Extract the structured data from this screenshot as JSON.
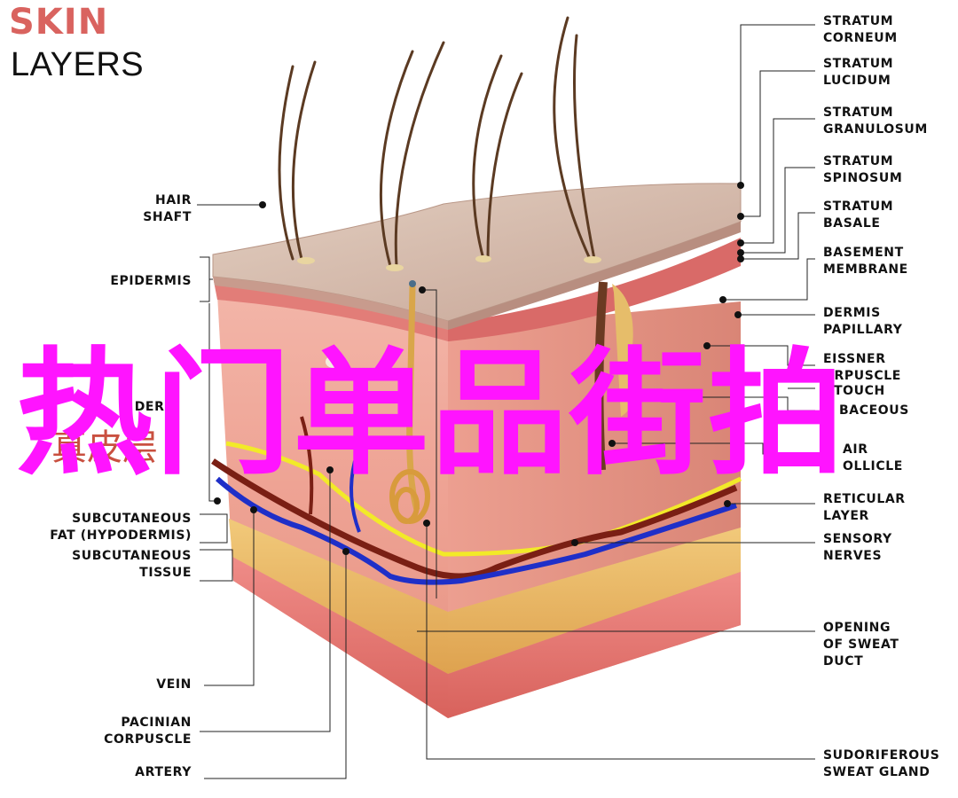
{
  "title": {
    "line1": "SKIN",
    "line2": "LAYERS"
  },
  "colors": {
    "title_red": "#d9635f",
    "overlay_magenta": "#ff14ff"
  },
  "overlay_text": "热门单品街拍",
  "overlay_sub": "真皮层",
  "labels_left": {
    "hair_shaft": "HAIR\nSHAFT",
    "epidermis": "EPIDERMIS",
    "dermis_partial": "DERM",
    "subcutaneous_fat": "SUBCUTANEOUS\nFAT (HYPODERMIS)",
    "subcutaneous_tissue": "SUBCUTANEOUS\nTISSUE",
    "vein": "VEIN",
    "pacinian_corpuscle": "PACINIAN\nCORPUSCLE",
    "artery": "ARTERY"
  },
  "labels_right": {
    "stratum_corneum": "STRATUM\nCORNEUM",
    "stratum_lucidum": "STRATUM\nLUCIDUM",
    "stratum_granulosum": "STRATUM\nGRANULOSUM",
    "stratum_spinosum": "STRATUM\nSPINOSUM",
    "stratum_basale": "STRATUM\nBASALE",
    "basement_membrane": "BASEMENT\nMEMBRANE",
    "dermis_papillary": "DERMIS\nPAPILLARY",
    "meissner_partial": "EISSNER\nORPUSCLE",
    "touch_partial": "TOUCH",
    "sebaceous_partial": "BACEOUS",
    "hair_follicle_partial": "AIR\nOLLICLE",
    "reticular_layer": "RETICULAR\nLAYER",
    "sensory_nerves": "SENSORY\nNERVES",
    "sweat_duct": "OPENING\nOF SWEAT\nDUCT",
    "sweat_gland": "SUDORIFEROUS\nSWEAT GLAND"
  }
}
